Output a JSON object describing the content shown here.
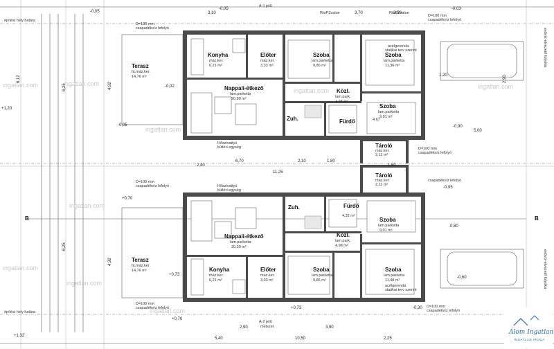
{
  "labels": {
    "top_plot_border": "építési hely határa",
    "bottom_plot_border": "építési hely határa",
    "section_left": "B",
    "section_right": "B",
    "drainage": "csapadékvíz lefolyó",
    "drain_d": "D=100 mm",
    "statikai": "statikai terv szerint",
    "acel": "acélgerenda",
    "hoszi": "Hőszivattyú",
    "kulteri": "kültéri egység",
    "esovizelv": "esővíz-elvezető folyóka",
    "sect_top": "A-1 jelű",
    "sect_bot": "A-2 jelű",
    "metszet": "metszet",
    "topz": "RtoPZvalue"
  },
  "rooms_top": [
    {
      "name": "Terasz",
      "floor": "fá.máz.ker.",
      "area": "14,76 m²"
    },
    {
      "name": "Konyha",
      "floor": "máz.ker.",
      "area": "6,21 m²"
    },
    {
      "name": "Előter",
      "floor": "máz.ker.",
      "area": "3,33 m²"
    },
    {
      "name": "Szoba",
      "floor": "lam.parketta",
      "area": "9,86 m²"
    },
    {
      "name": "Szoba",
      "floor": "lam.parketta",
      "area": "11,36 m²"
    },
    {
      "name": "Nappali-étkező",
      "floor": "lam.parketta",
      "area": "20,89 m²"
    },
    {
      "name": "Közl.",
      "floor": "lam.park.",
      "area": "4,98 m²"
    },
    {
      "name": "Szoba",
      "floor": "lam.parketta",
      "area": "9,01 m²"
    },
    {
      "name": "Fürdő",
      "floor": "",
      "area": "4,67"
    },
    {
      "name": "Zuh.",
      "floor": "",
      "area": ""
    },
    {
      "name": "Tároló",
      "floor": "máz.ker.",
      "area": "2,11 m²"
    }
  ],
  "rooms_bottom": [
    {
      "name": "Terasz",
      "floor": "fá.máz.ker.",
      "area": "14,76 m²"
    },
    {
      "name": "Konyha",
      "floor": "máz.ker.",
      "area": "6,21 m²"
    },
    {
      "name": "Előter",
      "floor": "máz.ker.",
      "area": "3,33 m²"
    },
    {
      "name": "Szoba",
      "floor": "lam.parketta",
      "area": "9,86 m²"
    },
    {
      "name": "Szoba",
      "floor": "lam.parketta",
      "area": "11,48 m²"
    },
    {
      "name": "Nappali-étkező",
      "floor": "lam.parketta",
      "area": "20,39 m²"
    },
    {
      "name": "Közl.",
      "floor": "lam.park.",
      "area": "4,98 m²"
    },
    {
      "name": "Szoba",
      "floor": "lam.parketta",
      "area": "9,01 m²"
    },
    {
      "name": "Fürdő",
      "floor": "",
      "area": "4,32 m²"
    },
    {
      "name": "Zuh.",
      "floor": "",
      "area": ""
    },
    {
      "name": "Tároló",
      "floor": "máz.ker.",
      "area": "2,11 m²"
    }
  ],
  "levels": {
    "lv1": "-0,05",
    "lv2": "+0,70",
    "lv3": "+0,73",
    "lv4": "-0,95",
    "lv5": "-0,90",
    "lv6": "-0,80",
    "lv7": "-0,60",
    "lv8": "-0,02",
    "lv9": "-0,03",
    "lv10": "+1,20",
    "lv11": "+1,32",
    "lv12": "-0,30"
  },
  "dims": {
    "d670": "6,70",
    "d1125": "11,25",
    "d1050": "10,50",
    "d500": "5,00",
    "d540": "5,40",
    "d225": "2,25",
    "d240": "2,40",
    "d150": "1,50",
    "d390": "3,90",
    "d290": "2,90",
    "d310": "3,10",
    "d370": "3,70",
    "d350": "3,50",
    "d210": "2,10",
    "d180": "1,80",
    "d120": "1,20",
    "d612": "6,12",
    "d625": "6,25",
    "d492": "4,92",
    "d290b": "2,90"
  },
  "brand": {
    "name": "Álom Ingatlan",
    "tagline": "INGATLAN IRODA"
  },
  "watermark": "ingatlan.com"
}
